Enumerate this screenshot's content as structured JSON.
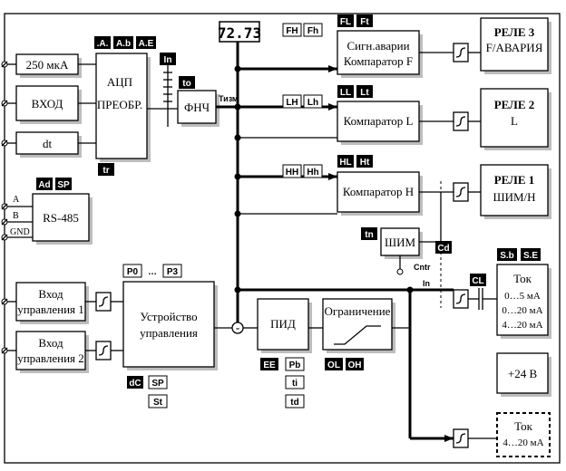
{
  "inputs": {
    "i250": "250 мкА",
    "vhod": "ВХОД",
    "dt": "dt",
    "rs485": "RS-485",
    "a": "A",
    "b": "B",
    "gnd": "GND",
    "vu1a": "Вход",
    "vu1b": "управления 1",
    "vu2a": "Вход",
    "vu2b": "управления 2"
  },
  "blocks": {
    "adc1": "АЦП",
    "adc2": "ПРЕОБР.",
    "fnch": "ФНЧ",
    "tizm": "Тизм",
    "display": "72.73",
    "signal1": "Сигн.аварии",
    "signal2": "Компаратор F",
    "compL": "Компаратор L",
    "compH": "Компаратор H",
    "shim": "ШИМ",
    "cntr": "Cntr",
    "in": "In",
    "control1": "Устройство",
    "control2": "управления",
    "minus": "-",
    "pid": "ПИД",
    "limit": "Ограничение"
  },
  "outputs": {
    "relay3a": "РЕЛЕ 3",
    "relay3b": "F/АВАРИЯ",
    "relay2a": "РЕЛЕ 2",
    "relay2b": "L",
    "relay1a": "РЕЛЕ 1",
    "relay1b": "ШИМ/Н",
    "tok": "Ток",
    "tok1": "0…5 мА",
    "tok2": "0…20 мА",
    "tok3": "4…20 мА",
    "v24": "+24 В",
    "tok4a": "Ток",
    "tok4b": "4…20 мА"
  },
  "tags": {
    "A": ".A.",
    "Ab": "A.b",
    "AE": "A.E",
    "In": "In",
    "to": "to",
    "tr": "tr",
    "Ad": "Ad",
    "SP": "SP",
    "FH": "FH",
    "Fh": "Fh",
    "FL": "FL",
    "Ft": "Ft",
    "LH": "LH",
    "Lh": "Lh",
    "LL": "LL",
    "Lt": "Lt",
    "HH": "HH",
    "Hh": "Hh",
    "HL": "HL",
    "Ht": "Ht",
    "tn": "tn",
    "Cd": "Cd",
    "CL": "CL",
    "Sb": "S.b",
    "SE": "S.E",
    "P0": "P0",
    "dots": "…",
    "P3": "P3",
    "dC": "dC",
    "SP2": "SP",
    "St": "St",
    "EE": "EE",
    "Pb": "Pb",
    "ti": "ti",
    "td": "td",
    "OL": "OL",
    "OH": "OH"
  }
}
